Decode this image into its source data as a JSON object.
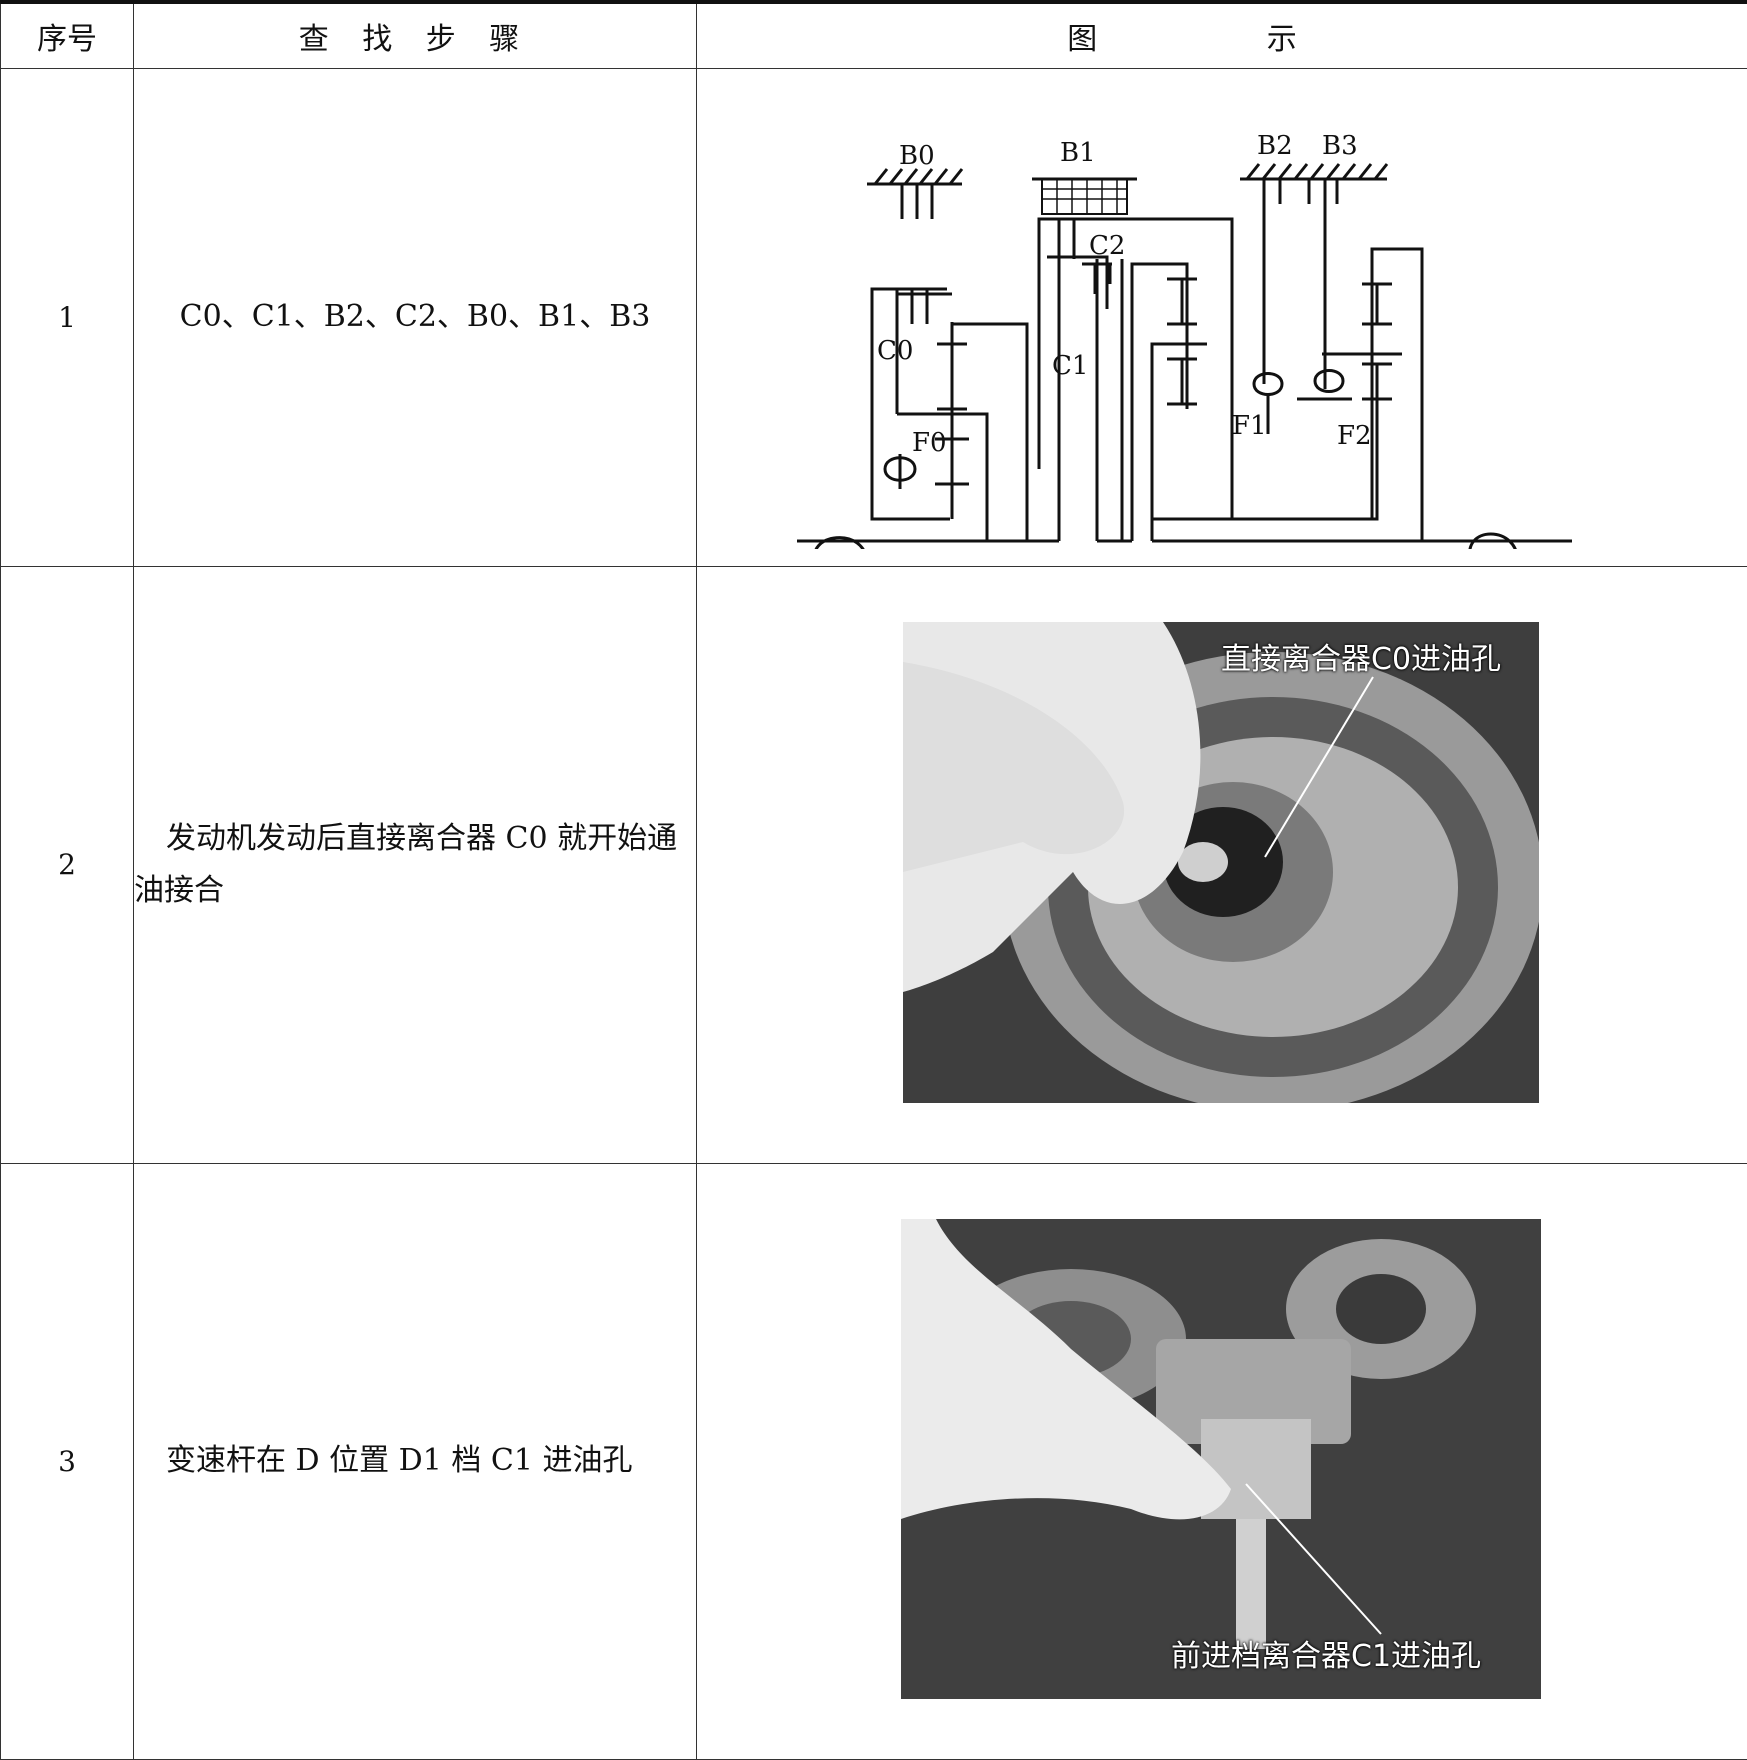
{
  "header": {
    "col_number": "序号",
    "col_steps": "查 找 步 骤",
    "col_figure": "图 示"
  },
  "rows": [
    {
      "number": "1",
      "description": "C0、C1、B2、C2、B0、B1、B3",
      "figure": {
        "type": "transmission-schematic",
        "labels": {
          "b0": "B0",
          "b1": "B1",
          "b2": "B2",
          "b3": "B3",
          "c0": "C0",
          "c1": "C1",
          "c2": "C2",
          "f0": "F0",
          "f1": "F1",
          "f2": "F2"
        }
      }
    },
    {
      "number": "2",
      "description": "发动机发动后直接离合器 C0 就开始通油接合",
      "figure": {
        "type": "photo",
        "subject": "hand fitting tool into direct clutch oil hole",
        "callout": "直接离合器C0进油孔"
      }
    },
    {
      "number": "3",
      "description": "变速杆在 D 位置 D1 档 C1 进油孔",
      "figure": {
        "type": "photo",
        "subject": "hand holding forward clutch assembly on workbench",
        "callout": "前进档离合器C1进油孔"
      }
    }
  ],
  "colors": {
    "border": "#333333",
    "photo_bg": "#4a4a4a",
    "callout_text": "#ffffff"
  }
}
